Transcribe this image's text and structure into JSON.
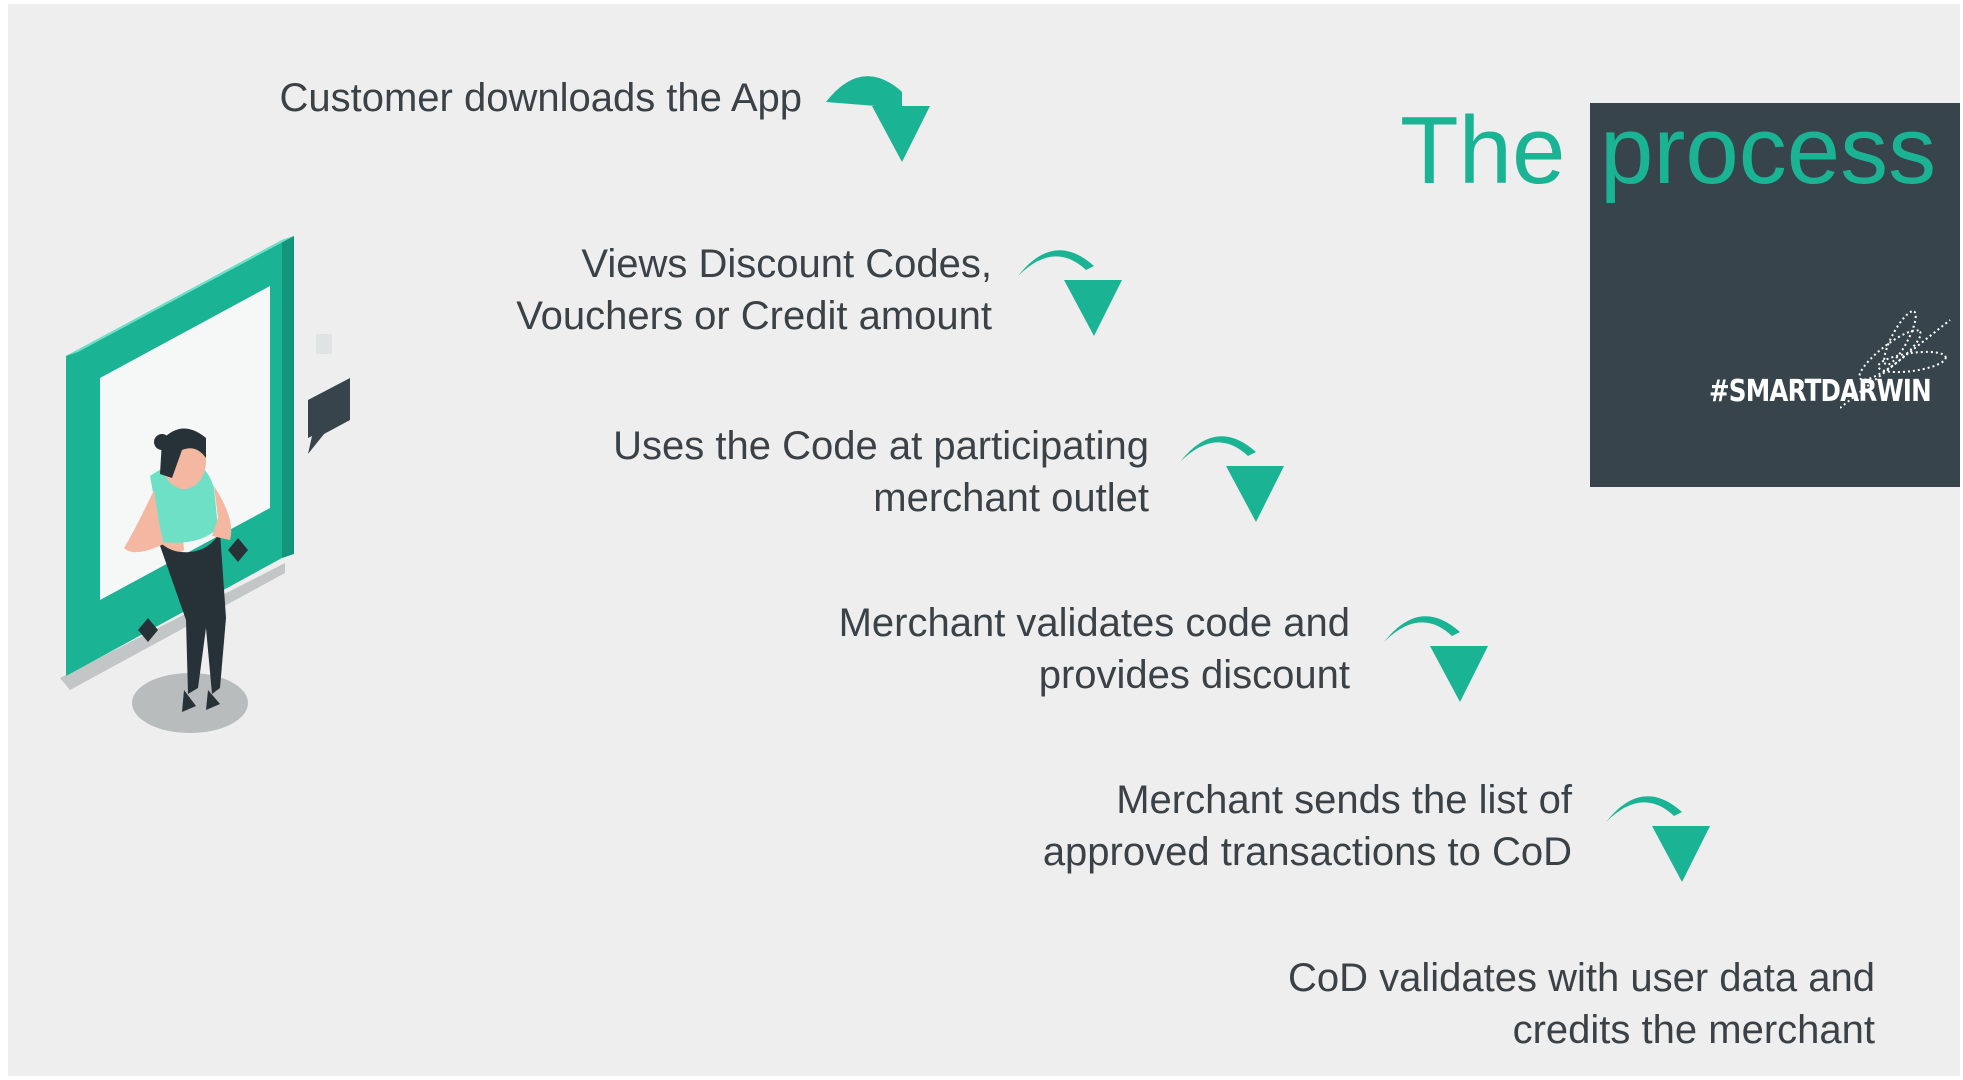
{
  "title": {
    "word1": "The",
    "word2": "process"
  },
  "brand": {
    "hashtag": "#SMARTDARWIN"
  },
  "steps": [
    {
      "lines": [
        "Customer downloads the App"
      ]
    },
    {
      "lines": [
        "Views Discount Codes,",
        "Vouchers or Credit amount"
      ]
    },
    {
      "lines": [
        "Uses the Code at participating",
        "merchant outlet"
      ]
    },
    {
      "lines": [
        "Merchant validates code and",
        "provides discount"
      ]
    },
    {
      "lines": [
        "Merchant sends the list of",
        "approved transactions to CoD"
      ]
    },
    {
      "lines": [
        "CoD validates with user data and",
        "credits the merchant"
      ]
    }
  ],
  "colors": {
    "accent": "#1ab394",
    "dark_panel": "#37444c",
    "text": "#3a4248",
    "background": "#eeeeee"
  },
  "icons": {
    "arrow": "curved-down-arrow-icon",
    "illustration": "woman-at-phone-illustration"
  }
}
